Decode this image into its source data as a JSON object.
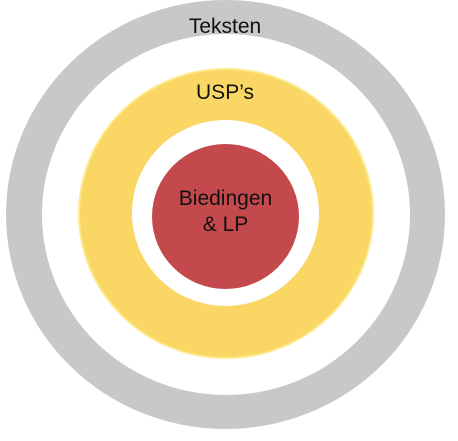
{
  "diagram": {
    "outer": {
      "label": "Teksten",
      "color": "#c8c8c8"
    },
    "middle": {
      "label": "USP’s",
      "color": "#fad665",
      "edge_color": "#fde98e"
    },
    "inner": {
      "label": "Biedingen\n& LP",
      "color": "#c3494c"
    },
    "gap_color": "#ffffff"
  }
}
